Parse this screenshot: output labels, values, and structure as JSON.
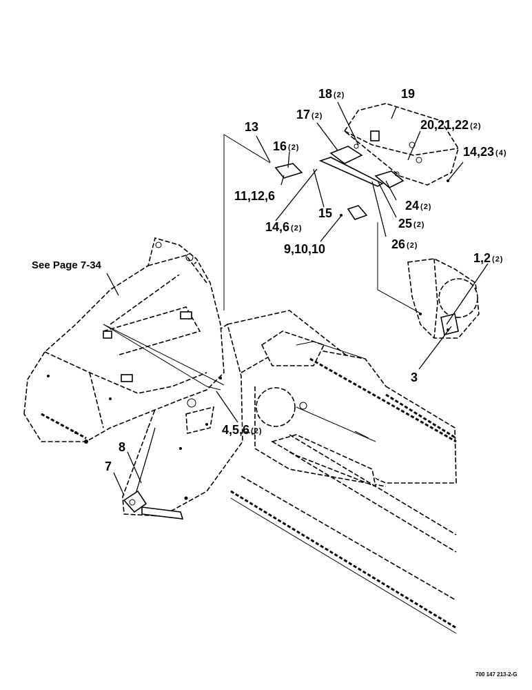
{
  "reference_note": "See Page 7-34",
  "drawing_number": "700 147 213-2-G",
  "callouts": [
    {
      "label": "19",
      "qty": ""
    },
    {
      "label": "18",
      "qty": "(2)"
    },
    {
      "label": "17",
      "qty": "(2)"
    },
    {
      "label": "20,21,22",
      "qty": "(2)"
    },
    {
      "label": "13",
      "qty": ""
    },
    {
      "label": "16",
      "qty": "(2)"
    },
    {
      "label": "14,23",
      "qty": "(4)"
    },
    {
      "label": "11,12,6",
      "qty": ""
    },
    {
      "label": "15",
      "qty": ""
    },
    {
      "label": "24",
      "qty": "(2)"
    },
    {
      "label": "14,6",
      "qty": "(2)"
    },
    {
      "label": "25",
      "qty": "(2)"
    },
    {
      "label": "9,10,10",
      "qty": ""
    },
    {
      "label": "26",
      "qty": "(2)"
    },
    {
      "label": "1,2",
      "qty": "(2)"
    },
    {
      "label": "3",
      "qty": ""
    },
    {
      "label": "4,5,6",
      "qty": "(2)"
    },
    {
      "label": "8",
      "qty": ""
    },
    {
      "label": "7",
      "qty": ""
    }
  ]
}
